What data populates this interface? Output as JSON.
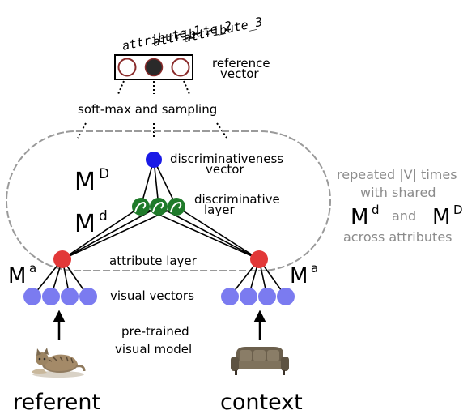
{
  "reference_vector": {
    "attribute_labels": [
      "attribute_1",
      "attribute_2",
      "attribute_3"
    ],
    "label_line1": "reference",
    "label_line2": "vector"
  },
  "softmax_label": "soft-max and sampling",
  "discriminativeness_vector": {
    "line1": "discriminativeness",
    "line2": "vector"
  },
  "discriminative_layer": {
    "line1": "discriminative",
    "line2": "layer"
  },
  "matrices": {
    "MD": {
      "base": "M",
      "sup": "D"
    },
    "Md": {
      "base": "M",
      "sup": "d"
    },
    "Ma": {
      "base": "M",
      "sup": "a"
    }
  },
  "attribute_layer_label": "attribute layer",
  "visual_vectors_label": "visual vectors",
  "pretrained_model": {
    "line1": "pre-trained",
    "line2": "visual model"
  },
  "bottom_labels": {
    "referent": "referent",
    "context": "context"
  },
  "side_note": {
    "line1": "repeated |V| times",
    "line2": "with shared",
    "and_word": "and",
    "line4": "across attributes"
  },
  "colors": {
    "attribute_node": "#e23838",
    "visual_node": "#7b7bf0",
    "discriminativeness_node": "#1a1ae6",
    "discriminative_node": "#1f7a2a",
    "side_note_text": "#8c8c8c",
    "outline_gray": "#9a9a9a"
  },
  "icons": {
    "referent_image": "cat-photo",
    "context_image": "sofa-photo",
    "arrow": "up-arrow"
  }
}
